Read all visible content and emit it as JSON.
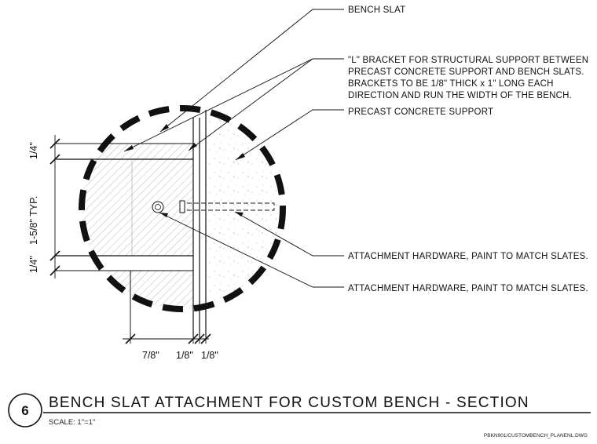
{
  "callouts": {
    "bench_slat": "BENCH SLAT",
    "l_bracket": [
      "\"L\" BRACKET FOR STRUCTURAL SUPPORT BETWEEN",
      "PRECAST CONCRETE SUPPORT AND BENCH SLATS.",
      "BRACKETS TO BE 1/8\" THICK x 1\" LONG EACH",
      "DIRECTION AND RUN THE WIDTH OF THE BENCH."
    ],
    "precast_support": "PRECAST CONCRETE SUPPORT",
    "hardware_1": "ATTACHMENT HARDWARE, PAINT TO MATCH SLATES.",
    "hardware_2": "ATTACHMENT HARDWARE, PAINT TO MATCH SLATES."
  },
  "dimensions": {
    "vertical_top": "1/4\"",
    "vertical_mid": "1-5/8\" TYP.",
    "vertical_bottom": "1/4\"",
    "horiz_left": "7/8\"",
    "horiz_mid": "1/8\"",
    "horiz_right": "1/8\""
  },
  "title_block": {
    "detail_number": "6",
    "title": "BENCH SLAT ATTACHMENT FOR CUSTOM BENCH - SECTION",
    "scale": "SCALE: 1\"=1\"",
    "file_name": "PBKN901/CUSTOMBENCH_PLANENL.DWG"
  }
}
